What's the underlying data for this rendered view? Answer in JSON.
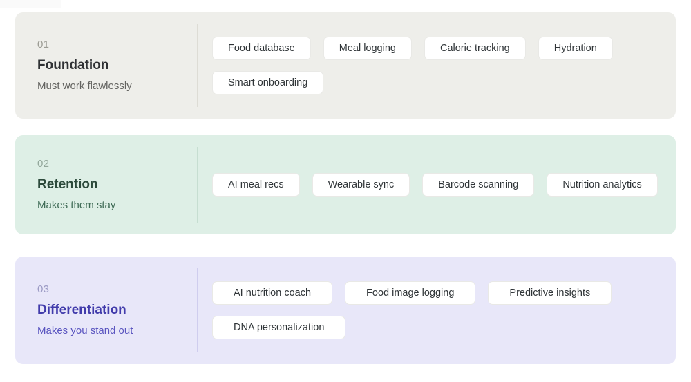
{
  "tiers": [
    {
      "number": "01",
      "title": "Foundation",
      "subtitle": "Must work flawlessly",
      "accent": "#2f3134",
      "background": "#eeeeea",
      "chips": [
        "Food database",
        "Meal logging",
        "Calorie tracking",
        "Hydration",
        "Smart onboarding"
      ]
    },
    {
      "number": "02",
      "title": "Retention",
      "subtitle": "Makes them stay",
      "accent": "#2c4a3b",
      "background": "#deefe6",
      "chips": [
        "AI meal recs",
        "Wearable sync",
        "Barcode scanning",
        "Nutrition analytics"
      ]
    },
    {
      "number": "03",
      "title": "Differentiation",
      "subtitle": "Makes you stand out",
      "accent": "#413bab",
      "background": "#e8e7f9",
      "chips": [
        "AI nutrition coach",
        "Food image logging",
        "Predictive insights",
        "DNA personalization"
      ]
    }
  ]
}
